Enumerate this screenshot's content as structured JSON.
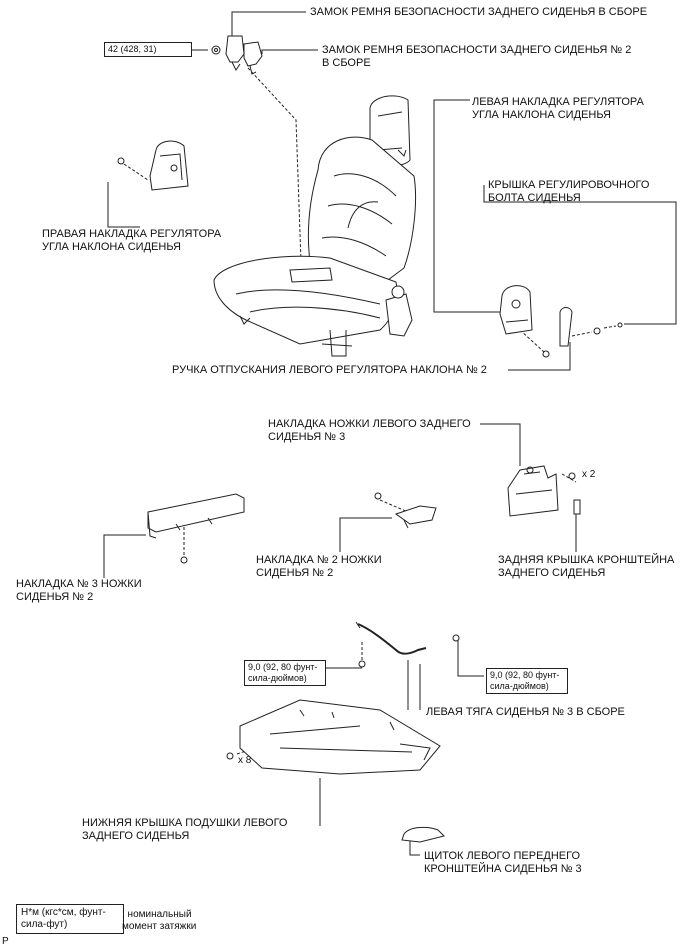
{
  "labels": {
    "rear_buckle": "ЗАМОК РЕМНЯ БЕЗОПАСНОСТИ ЗАДНЕГО СИДЕНЬЯ В СБОРЕ",
    "rear_buckle_2": "ЗАМОК РЕМНЯ БЕЗОПАСНОСТИ ЗАДНЕГО СИДЕНЬЯ № 2\nВ СБОРЕ",
    "left_recliner_cover": "ЛЕВАЯ НАКЛАДКА РЕГУЛЯТОРА\nУГЛА НАКЛОНА СИДЕНЬЯ",
    "adjust_bolt_cap": "КРЫШКА РЕГУЛИРОВОЧНОГО\nБОЛТА СИДЕНЬЯ",
    "right_recliner_cover": "ПРАВАЯ НАКЛАДКА РЕГУЛЯТОРА\nУГЛА НАКЛОНА СИДЕНЬЯ",
    "release_handle": "РУЧКА ОТПУСКАНИЯ ЛЕВОГО РЕГУЛЯТОРА НАКЛОНА № 2",
    "leg_cover_3": "НАКЛАДКА НОЖКИ ЛЕВОГО ЗАДНЕГО\nСИДЕНЬЯ № 3",
    "leg_cover_no3": "НАКЛАДКА № 3 НОЖКИ\nСИДЕНЬЯ № 2",
    "leg_cover_no2": "НАКЛАДКА № 2 НОЖКИ\nСИДЕНЬЯ № 2",
    "bracket_cover": "ЗАДНЯЯ КРЫШКА КРОНШТЕЙНА\nЗАДНЕГО СИДЕНЬЯ",
    "left_rod": "ЛЕВАЯ ТЯГА СИДЕНЬЯ № 3 В СБОРЕ",
    "lower_cushion_cover": "НИЖНЯЯ КРЫШКА ПОДУШКИ ЛЕВОГО\nЗАДНЕГО СИДЕНЬЯ",
    "front_bracket_shield": "ЩИТОК ЛЕВОГО ПЕРЕДНЕГО\nКРОНШТЕЙНА СИДЕНЬЯ № 3"
  },
  "torque": {
    "buckle": "42 (428, 31)",
    "rod_left": "9,0 (92, 80 фунт-\nсила-дюймов)",
    "rod_right": "9,0 (92, 80 фунт-\nсила-дюймов)"
  },
  "quantities": {
    "leg_screws": "x 2",
    "cover_screws": "x 8"
  },
  "legend": {
    "box": "Н*м (кгс*см, фунт-\nсила-фут)",
    "text": ": номинальный\nмомент затяжки"
  },
  "corner_mark": "P"
}
